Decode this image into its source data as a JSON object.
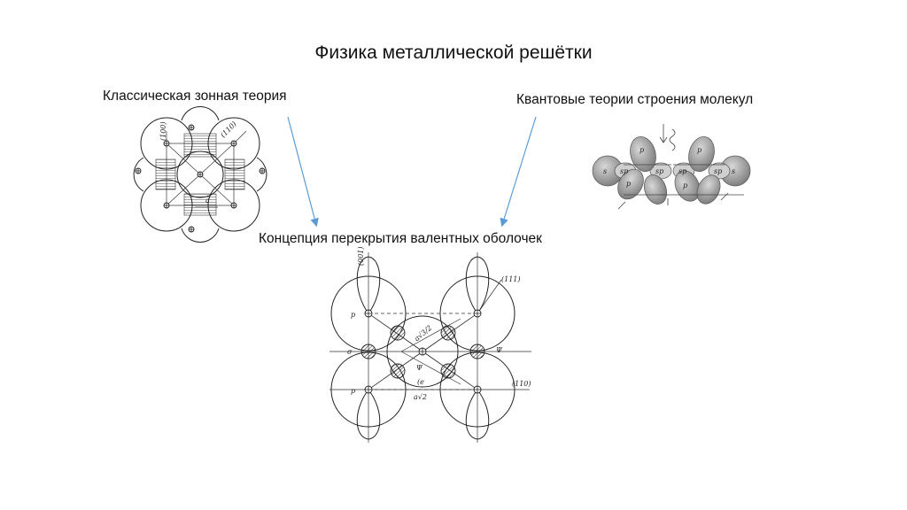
{
  "title": "Физика металлической решётки",
  "labels": {
    "left": "Классическая зонная теория",
    "right": "Квантовые теории строения молекул",
    "center": "Концепция перекрытия валентных оболочек"
  },
  "colors": {
    "arrow": "#5b9bd5",
    "orbital_fill": "#9a9a9a",
    "text": "#111111"
  },
  "figures": {
    "left": {
      "tags": [
        "(100)",
        "(110)",
        "a"
      ]
    },
    "right": {
      "tags": [
        "p",
        "p",
        "p",
        "p",
        "s",
        "sp",
        "sp",
        "sp",
        "sp",
        "s"
      ]
    },
    "center": {
      "tags": [
        "(001)",
        "(111)",
        "(110)",
        "p",
        "p",
        "a√3/2",
        "Ψ",
        "Ψ",
        "(e",
        "a√2",
        "σ"
      ]
    }
  }
}
